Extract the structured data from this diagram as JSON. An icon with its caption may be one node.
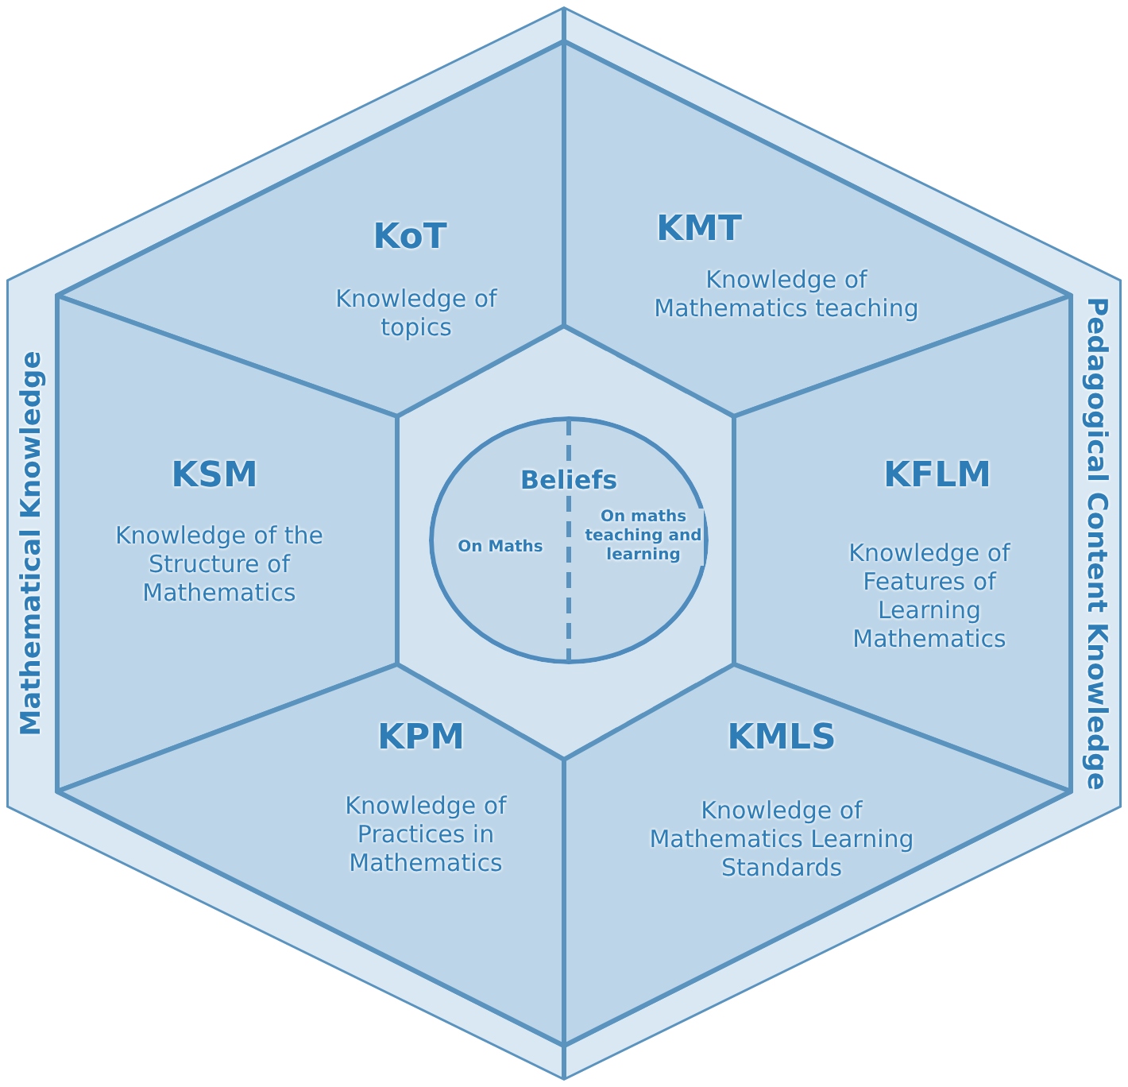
{
  "diagram": {
    "nodes": [
      {
        "text": [
          "Mathematical Knowledge"
        ]
      },
      {
        "text": [
          "Pedagogical Content Knowledge"
        ]
      },
      {
        "text": [
          "KoT",
          "Knowledge of topics"
        ],
        "in": 0
      },
      {
        "text": [
          "KMT",
          "Knowledge of Mathematics teaching"
        ],
        "in": 1
      },
      {
        "text": [
          "KSM",
          "Knowledge of the Structure of Mathematics"
        ],
        "in": 0
      },
      {
        "text": [
          "KFLM",
          "Knowledge of Features of Learning Mathematics"
        ],
        "in": 1
      },
      {
        "text": [
          "KPM",
          "Knowledge of Practices in Mathematics"
        ],
        "in": 0
      },
      {
        "text": [
          "KMLS",
          "Knowledge of Mathematics Learning Standards"
        ],
        "in": 1
      },
      {
        "text": [
          "Beliefs"
        ]
      },
      {
        "text": [
          "On Maths"
        ],
        "in": 8
      },
      {
        "text": [
          "On maths teaching and learning"
        ],
        "in": 8
      }
    ]
  }
}
